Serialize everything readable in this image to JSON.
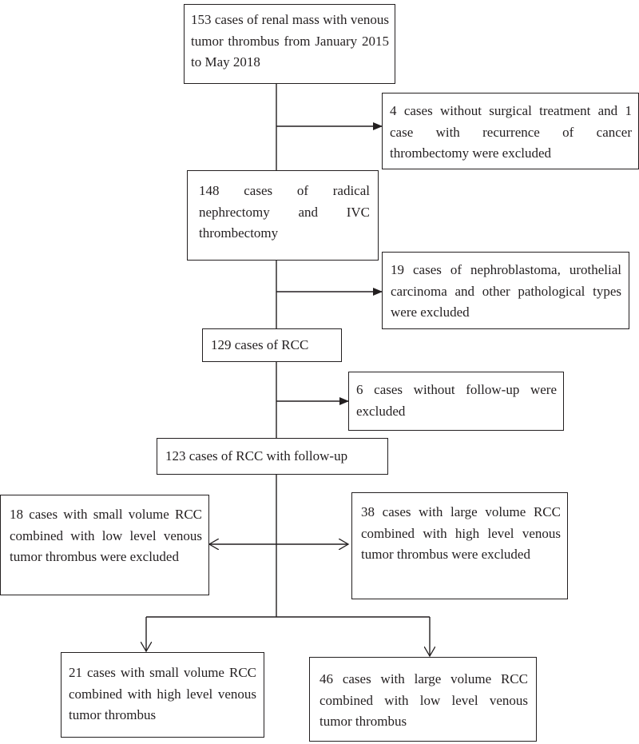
{
  "flowchart": {
    "boxes": [
      {
        "id": "b1",
        "text": "153 cases of renal mass with venous tumor thrombus from January 2015 to May 2018"
      },
      {
        "id": "b2",
        "text": "4 cases without surgical treatment and 1 case with recurrence of cancer thrombectomy were excluded"
      },
      {
        "id": "b3",
        "text": "148 cases of radical nephrectomy and IVC thrombectomy"
      },
      {
        "id": "b4",
        "text": "19 cases of nephroblastoma, urothelial carcinoma and other pathological types were excluded"
      },
      {
        "id": "b5",
        "text": "129 cases of RCC"
      },
      {
        "id": "b6",
        "text": "6 cases without follow-up were excluded"
      },
      {
        "id": "b7",
        "text": "123 cases of RCC with follow-up"
      },
      {
        "id": "b8",
        "text": "18 cases with small volume RCC combined with low level venous tumor thrombus were excluded"
      },
      {
        "id": "b9",
        "text": "38 cases with large volume RCC combined with high level venous tumor thrombus were excluded"
      },
      {
        "id": "b10",
        "text": "21 cases with small volume RCC combined with high level venous tumor thrombus"
      },
      {
        "id": "b11",
        "text": "46 cases with large volume RCC combined with low level venous tumor thrombus"
      }
    ],
    "edges": [
      {
        "from": "b1",
        "to": "b3"
      },
      {
        "from": "b1",
        "to": "b2",
        "kind": "exclusion"
      },
      {
        "from": "b3",
        "to": "b5"
      },
      {
        "from": "b3",
        "to": "b4",
        "kind": "exclusion"
      },
      {
        "from": "b5",
        "to": "b7"
      },
      {
        "from": "b5",
        "to": "b6",
        "kind": "exclusion"
      },
      {
        "from": "b7",
        "to": "b8",
        "kind": "exclusion"
      },
      {
        "from": "b7",
        "to": "b9",
        "kind": "exclusion"
      },
      {
        "from": "b7",
        "to": "b10"
      },
      {
        "from": "b7",
        "to": "b11"
      }
    ]
  }
}
